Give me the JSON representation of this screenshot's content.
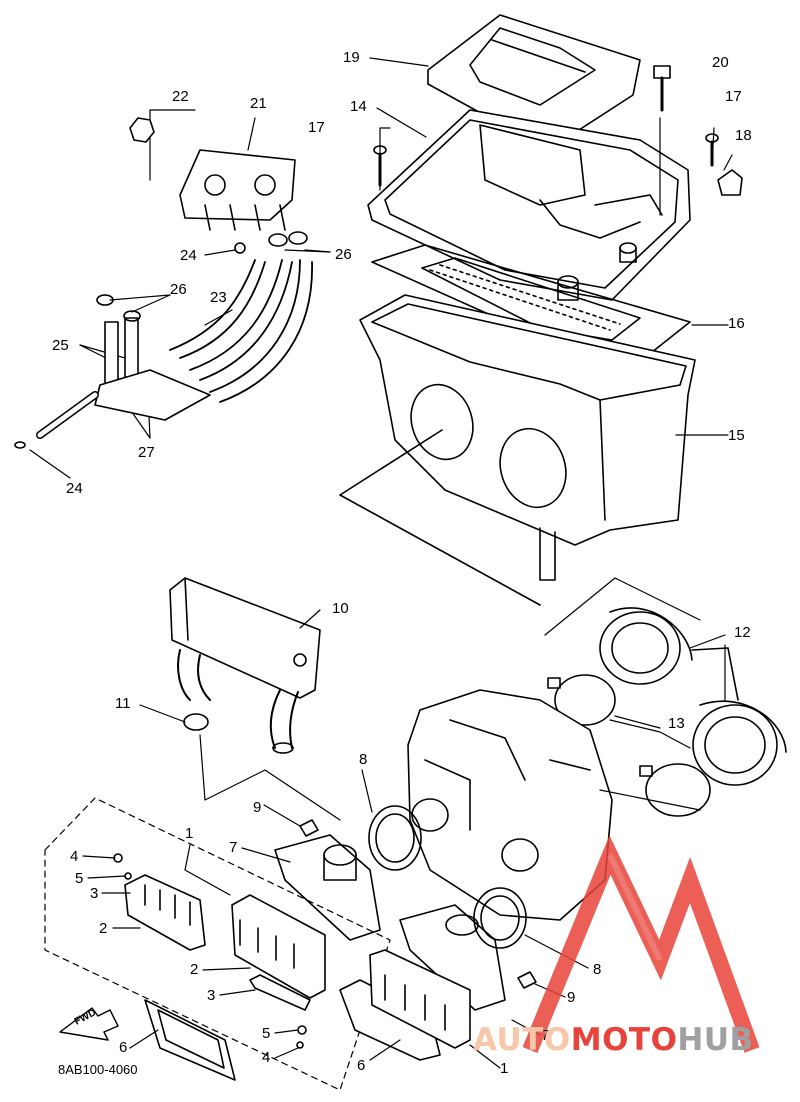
{
  "diagram": {
    "drawing_code": "8AB100-4060",
    "fwd_label": "FWD",
    "callouts": {
      "p1_top": "1",
      "p1_bottom": "1",
      "p2_left": "2",
      "p2_mid": "2",
      "p3_left": "3",
      "p3_mid": "3",
      "p4_left": "4",
      "p4_bottom": "4",
      "p5_left": "5",
      "p5_bottom": "5",
      "p6_left": "6",
      "p6_bottom": "6",
      "p7_left": "7",
      "p7_right": "7",
      "p8_left": "8",
      "p8_right": "8",
      "p9_left": "9",
      "p9_right": "9",
      "p10": "10",
      "p11": "11",
      "p12": "12",
      "p13": "13",
      "p14": "14",
      "p15": "15",
      "p16": "16",
      "p17_left": "17",
      "p17_right": "17",
      "p18": "18",
      "p19": "19",
      "p20": "20",
      "p21": "21",
      "p22": "22",
      "p23": "23",
      "p24_top": "24",
      "p24_bottom": "24",
      "p25": "25",
      "p26_top": "26",
      "p26_left": "26",
      "p27": "27"
    },
    "watermark": {
      "part_auto": "AUTO",
      "part_moto": "MOTO",
      "part_hub": "HUB",
      "color_light": "#f6c7a8",
      "color_red": "#e8433a",
      "color_grey": "#a0a0a0"
    }
  }
}
